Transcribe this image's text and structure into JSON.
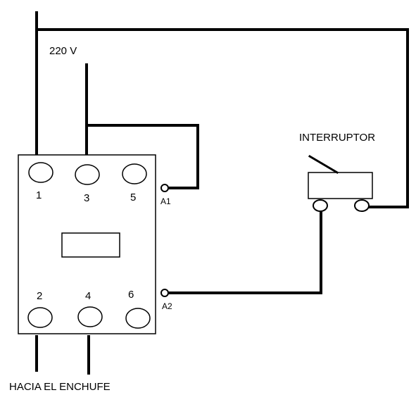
{
  "labels": {
    "supply": "220 V",
    "switch": "INTERRUPTOR",
    "output": "HACIA EL ENCHUFE",
    "coil_a1": "A1",
    "coil_a2": "A2"
  },
  "contactor": {
    "top_terminals": [
      "1",
      "3",
      "5"
    ],
    "bottom_terminals": [
      "2",
      "4",
      "6"
    ]
  }
}
